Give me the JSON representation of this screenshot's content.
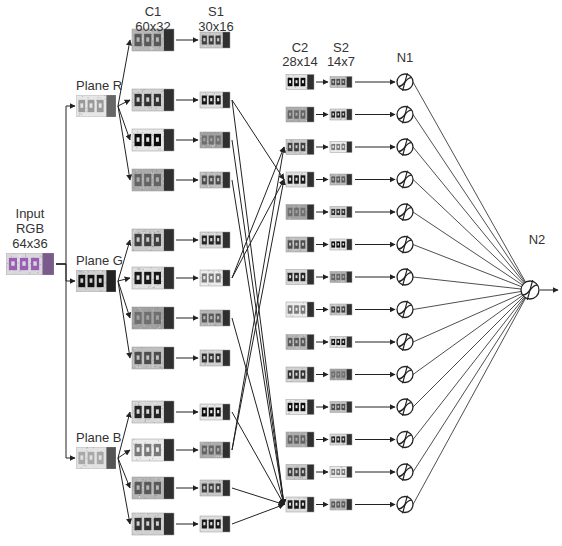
{
  "diagram": {
    "nodes": [
      {
        "text": [
          "Input RGB 64x36"
        ]
      },
      {
        "text": [
          "Plane R"
        ]
      },
      {
        "text": [
          "Plane G"
        ]
      },
      {
        "text": [
          "Plane B"
        ]
      }
    ],
    "edges": [
      {
        "from": 0,
        "to": 1,
        "arrow": "to"
      },
      {
        "from": 0,
        "to": 2,
        "arrow": "to"
      },
      {
        "from": 0,
        "to": 3,
        "arrow": "to"
      }
    ],
    "labels": [
      "C1",
      "60x32",
      "S1",
      "30x16",
      "C2",
      "28x14",
      "S2",
      "14x7",
      "N1",
      "N2"
    ]
  }
}
